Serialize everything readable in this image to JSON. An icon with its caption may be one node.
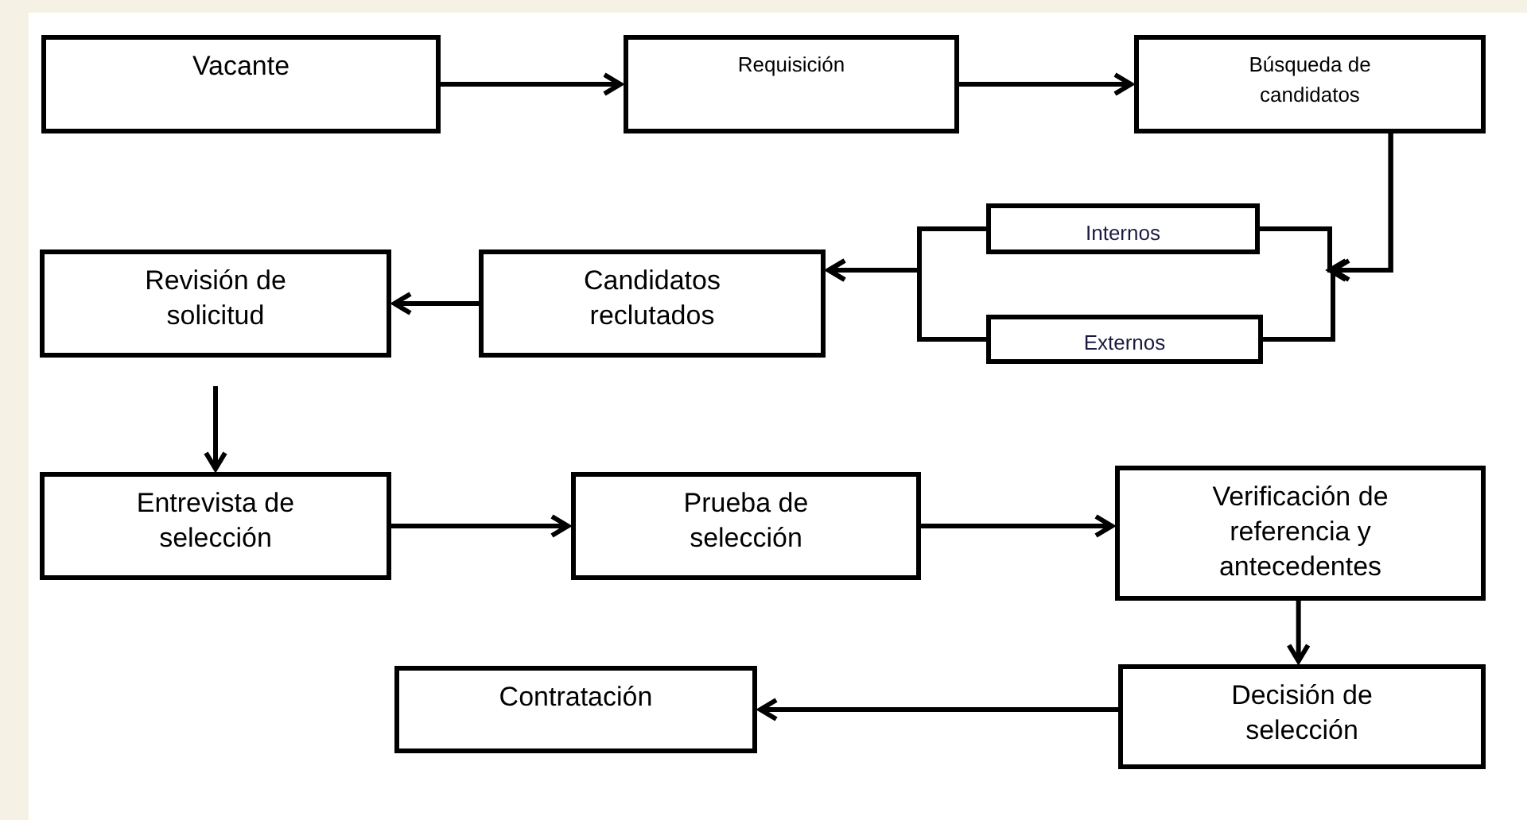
{
  "diagram": {
    "nodes": [
      {
        "text": [
          "Vacante"
        ]
      },
      {
        "text": [
          "Requisición"
        ]
      },
      {
        "text": [
          "Búsqueda de candidatos"
        ]
      },
      {
        "text": [
          "Internos"
        ]
      },
      {
        "text": [
          "Externos"
        ]
      },
      {
        "text": [
          "Candidatos reclutados"
        ]
      },
      {
        "text": [
          "Revisión de solicitud"
        ]
      },
      {
        "text": [
          "Entrevista de selección"
        ]
      },
      {
        "text": [
          "Prueba de selección"
        ]
      },
      {
        "text": [
          "Verificación de referencia y antecedentes"
        ]
      },
      {
        "text": [
          "Decisión de selección"
        ]
      },
      {
        "text": [
          "Contratación"
        ]
      }
    ],
    "edges": [
      {
        "from": 0,
        "to": 1,
        "arrow": "to"
      },
      {
        "from": 1,
        "to": 2,
        "arrow": "to"
      },
      {
        "from": 2,
        "to": 3,
        "arrow": "to"
      },
      {
        "from": 2,
        "to": 4,
        "arrow": "to"
      },
      {
        "from": 3,
        "to": 5,
        "arrow": "to"
      },
      {
        "from": 4,
        "to": 5,
        "arrow": "to"
      },
      {
        "from": 5,
        "to": 6,
        "arrow": "to"
      },
      {
        "from": 6,
        "to": 7,
        "arrow": "to"
      },
      {
        "from": 7,
        "to": 8,
        "arrow": "to"
      },
      {
        "from": 8,
        "to": 9,
        "arrow": "to"
      },
      {
        "from": 9,
        "to": 10,
        "arrow": "to"
      },
      {
        "from": 10,
        "to": 11,
        "arrow": "to"
      }
    ]
  }
}
